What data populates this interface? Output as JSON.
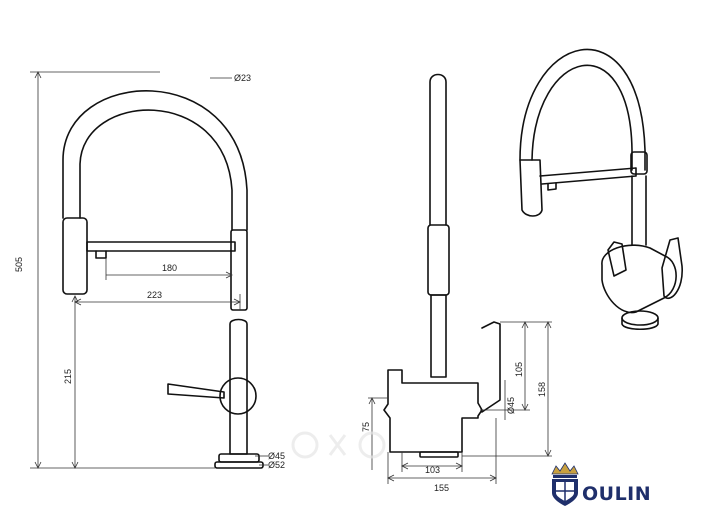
{
  "dimensions": {
    "hose_diameter": "Ø23",
    "total_height": "505",
    "spout_reach_inner": "180",
    "spout_reach_outer": "223",
    "lower_height": "215",
    "base_diameter_inner": "Ø45",
    "base_diameter_outer": "Ø52",
    "side_body_diameter": "Ø45",
    "side_upper_height": "105",
    "side_total_height": "158",
    "side_lever_height": "75",
    "side_inner_width": "103",
    "side_total_width": "155"
  },
  "brand": {
    "name": "OULIN",
    "colors": {
      "primary": "#1f2f6b",
      "accent": "#c8a040"
    }
  }
}
